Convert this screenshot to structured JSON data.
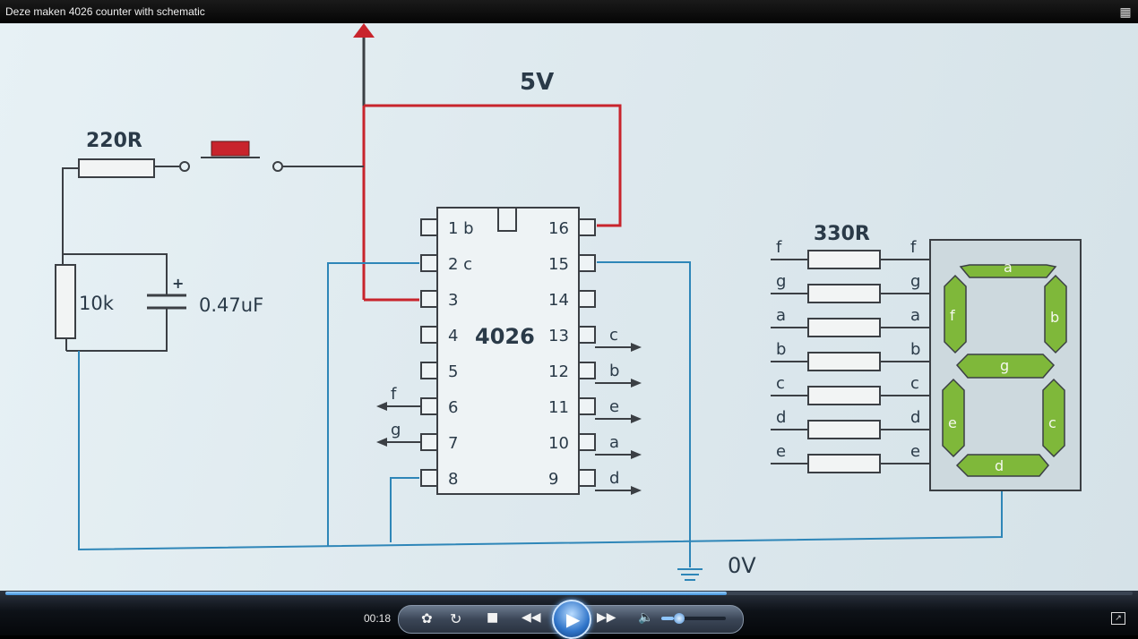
{
  "window": {
    "title": "Deze maken 4026 counter with schematic"
  },
  "schematic": {
    "supply_label": "5V",
    "ground_label": "0V",
    "input_resistor": "220R",
    "pulldown_resistor": "10k",
    "capacitor": "0.47uF",
    "cap_polarity": "+",
    "segment_resistor": "330R",
    "ic": {
      "name": "4026",
      "left_pins": [
        "1",
        "2",
        "3",
        "4",
        "5",
        "6",
        "7",
        "8"
      ],
      "left_pin_suffix": [
        "B",
        "C",
        "",
        "",
        "",
        "",
        "",
        ""
      ],
      "right_pins": [
        "16",
        "15",
        "14",
        "13",
        "12",
        "11",
        "10",
        "9"
      ],
      "left_outputs": [
        {
          "pin": "6",
          "seg": "f"
        },
        {
          "pin": "7",
          "seg": "g"
        }
      ],
      "right_outputs": [
        {
          "pin": "13",
          "seg": "c"
        },
        {
          "pin": "12",
          "seg": "b"
        },
        {
          "pin": "11",
          "seg": "e"
        },
        {
          "pin": "10",
          "seg": "a"
        },
        {
          "pin": "9",
          "seg": "d"
        }
      ]
    },
    "resistor_rows": [
      "f",
      "g",
      "a",
      "b",
      "c",
      "d",
      "e"
    ],
    "display_segments": [
      "a",
      "b",
      "c",
      "d",
      "e",
      "f",
      "g"
    ],
    "colors": {
      "supply": "#c8242c",
      "ground": "#2e86b8",
      "wire": "#3b3f44",
      "segment": "#7fb83a"
    }
  },
  "player": {
    "time": "00:18",
    "progress": 0.64,
    "volume": 0.2,
    "icons": [
      "switch-view-icon",
      "repeat-icon",
      "stop-icon",
      "rewind-icon",
      "play-icon",
      "fast-forward-icon",
      "volume-icon",
      "fullscreen-icon"
    ]
  }
}
